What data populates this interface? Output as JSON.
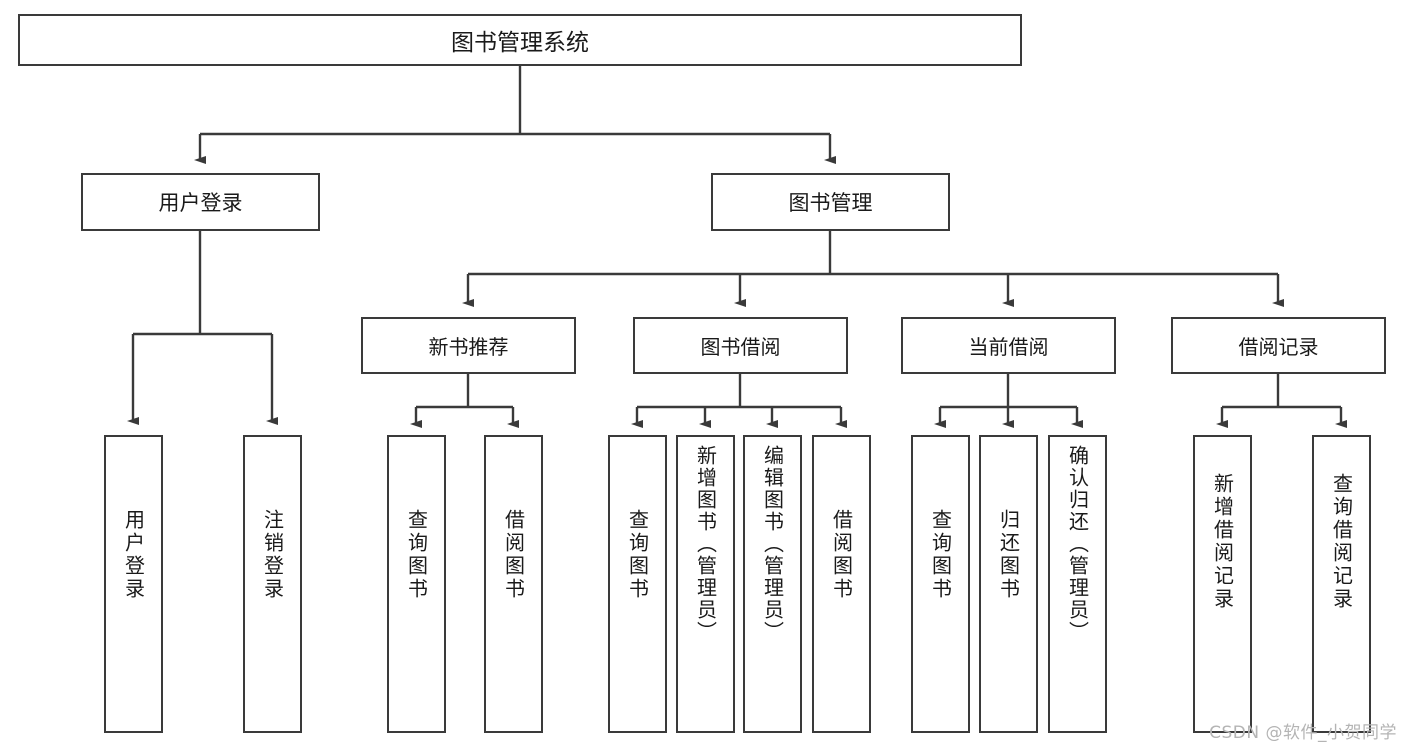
{
  "diagram": {
    "type": "hierarchy-tree",
    "title": "图书管理系统",
    "root": {
      "label": "图书管理系统"
    },
    "level2": [
      {
        "id": "user-login",
        "label": "用户登录"
      },
      {
        "id": "book-management",
        "label": "图书管理"
      }
    ],
    "level3": [
      {
        "id": "new-book-recommend",
        "label": "新书推荐",
        "parent": "book-management"
      },
      {
        "id": "book-borrow",
        "label": "图书借阅",
        "parent": "book-management"
      },
      {
        "id": "current-borrow",
        "label": "当前借阅",
        "parent": "book-management"
      },
      {
        "id": "borrow-record",
        "label": "借阅记录",
        "parent": "book-management"
      }
    ],
    "leaves": [
      {
        "id": "leaf-user-login",
        "label": "用户登录",
        "parent": "user-login"
      },
      {
        "id": "leaf-user-logout",
        "label": "注销登录",
        "parent": "user-login"
      },
      {
        "id": "leaf-query-book-1",
        "label": "查询图书",
        "parent": "new-book-recommend"
      },
      {
        "id": "leaf-borrow-book-1",
        "label": "借阅图书",
        "parent": "new-book-recommend"
      },
      {
        "id": "leaf-query-book-2",
        "label": "查询图书",
        "parent": "book-borrow"
      },
      {
        "id": "leaf-add-book",
        "label": "新增图书（管理员）",
        "parent": "book-borrow"
      },
      {
        "id": "leaf-edit-book",
        "label": "编辑图书（管理员）",
        "parent": "book-borrow"
      },
      {
        "id": "leaf-borrow-book-2",
        "label": "借阅图书",
        "parent": "book-borrow"
      },
      {
        "id": "leaf-query-book-3",
        "label": "查询图书",
        "parent": "current-borrow"
      },
      {
        "id": "leaf-return-book",
        "label": "归还图书",
        "parent": "current-borrow"
      },
      {
        "id": "leaf-confirm-return",
        "label": "确认归还（管理员）",
        "parent": "current-borrow"
      },
      {
        "id": "leaf-add-record",
        "label": "新增借阅记录",
        "parent": "borrow-record"
      },
      {
        "id": "leaf-query-record",
        "label": "查询借阅记录",
        "parent": "borrow-record"
      }
    ]
  },
  "watermark": {
    "text": "CSDN @软件_小贺同学"
  },
  "colors": {
    "stroke": "#3a3a3a",
    "background": "#ffffff",
    "text": "#1a1a1a",
    "watermark": "#b4b4b4"
  }
}
